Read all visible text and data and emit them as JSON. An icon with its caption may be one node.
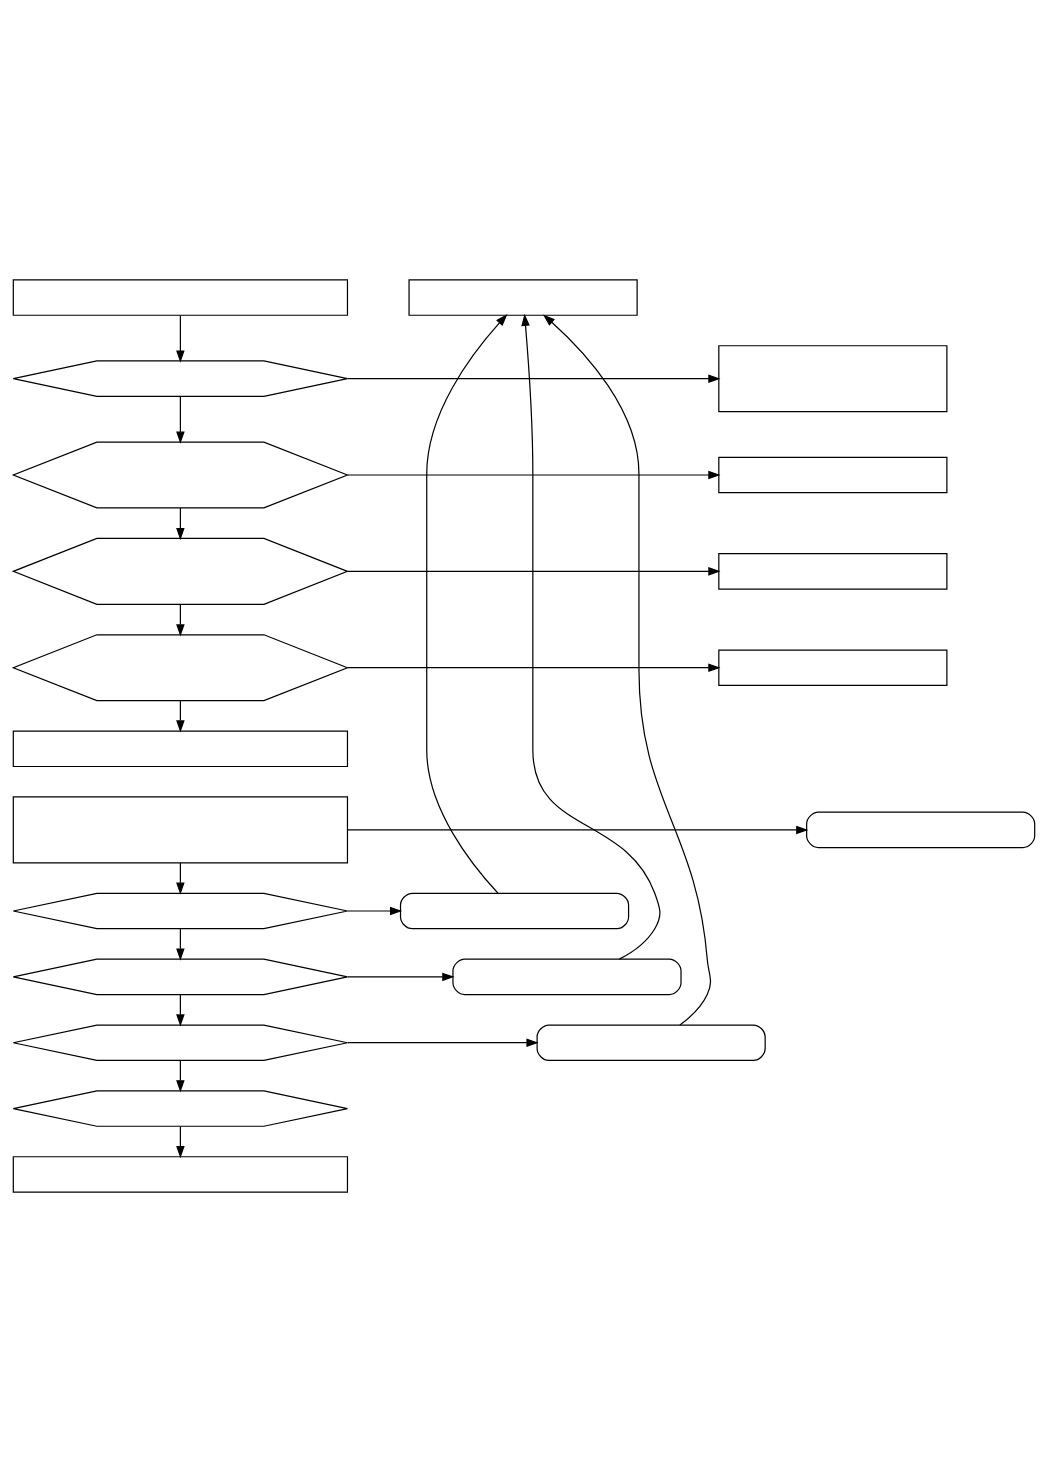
{
  "diagram": {
    "nodes": [
      {
        "text": [],
        "shape": "box"
      },
      {
        "text": [],
        "shape": "hexagon"
      },
      {
        "text": [],
        "shape": "box"
      },
      {
        "text": [],
        "shape": "hexagon"
      },
      {
        "text": [],
        "shape": "box"
      },
      {
        "text": [],
        "shape": "hexagon"
      },
      {
        "text": [],
        "shape": "box"
      },
      {
        "text": [],
        "shape": "hexagon"
      },
      {
        "text": [],
        "shape": "box"
      },
      {
        "text": [],
        "shape": "box"
      },
      {
        "text": [],
        "shape": "box"
      },
      {
        "text": [],
        "shape": "pill"
      },
      {
        "text": [],
        "shape": "hexagon"
      },
      {
        "text": [],
        "shape": "pill"
      },
      {
        "text": [],
        "shape": "hexagon"
      },
      {
        "text": [],
        "shape": "pill"
      },
      {
        "text": [],
        "shape": "hexagon"
      },
      {
        "text": [],
        "shape": "pill"
      },
      {
        "text": [],
        "shape": "hexagon"
      },
      {
        "text": [],
        "shape": "box"
      },
      {
        "text": [],
        "shape": "box"
      }
    ],
    "edges": [
      {
        "from": 0,
        "to": 1,
        "arrow": "to"
      },
      {
        "from": 1,
        "to": 2,
        "arrow": "to"
      },
      {
        "from": 1,
        "to": 3,
        "arrow": "to"
      },
      {
        "from": 3,
        "to": 4,
        "arrow": "to"
      },
      {
        "from": 3,
        "to": 5,
        "arrow": "to"
      },
      {
        "from": 5,
        "to": 6,
        "arrow": "to"
      },
      {
        "from": 5,
        "to": 7,
        "arrow": "to"
      },
      {
        "from": 7,
        "to": 8,
        "arrow": "to"
      },
      {
        "from": 7,
        "to": 9,
        "arrow": "to"
      },
      {
        "from": 10,
        "to": 11,
        "arrow": "to"
      },
      {
        "from": 10,
        "to": 12,
        "arrow": "to"
      },
      {
        "from": 12,
        "to": 13,
        "arrow": "to"
      },
      {
        "from": 12,
        "to": 14,
        "arrow": "to"
      },
      {
        "from": 14,
        "to": 15,
        "arrow": "to"
      },
      {
        "from": 14,
        "to": 16,
        "arrow": "to"
      },
      {
        "from": 16,
        "to": 17,
        "arrow": "to"
      },
      {
        "from": 16,
        "to": 18,
        "arrow": "to"
      },
      {
        "from": 18,
        "to": 19,
        "arrow": "to"
      },
      {
        "from": 13,
        "to": 20,
        "arrow": "to"
      },
      {
        "from": 15,
        "to": 20,
        "arrow": "to"
      },
      {
        "from": 17,
        "to": 20,
        "arrow": "to"
      }
    ]
  }
}
